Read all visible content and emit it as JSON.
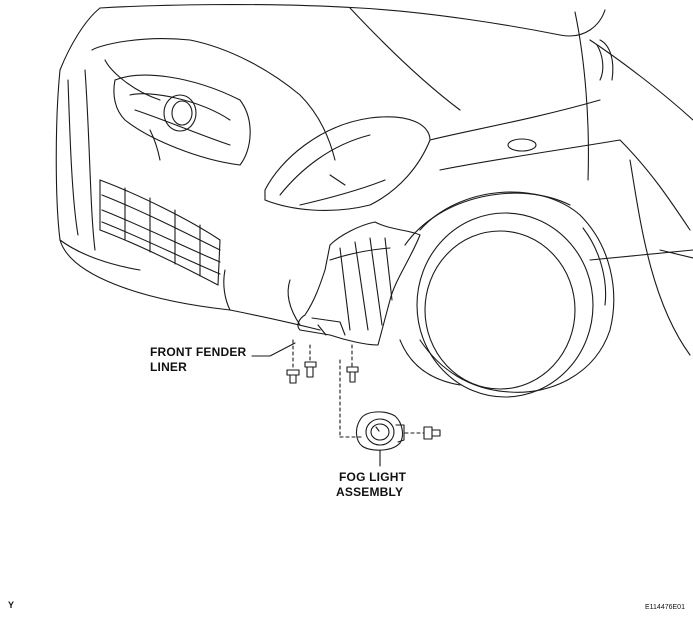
{
  "labels": {
    "fender_liner_line1": "FRONT FENDER",
    "fender_liner_line2": "LINER",
    "fog_light_line1": "FOG LIGHT",
    "fog_light_line2": "ASSEMBLY"
  },
  "corner": {
    "left_mark": "Y",
    "figure_id": "E114476E01"
  },
  "colors": {
    "line": "#1a1a1a",
    "background": "#ffffff"
  }
}
